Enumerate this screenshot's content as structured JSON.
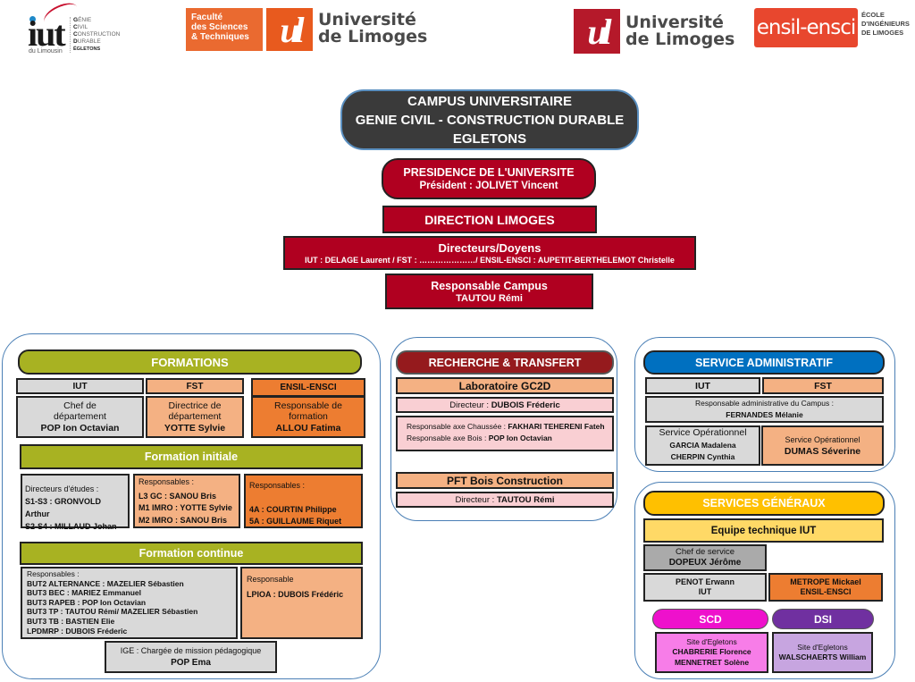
{
  "logos": {
    "iut": {
      "mark": "iut",
      "sub": "du Limousin",
      "lines": [
        {
          "k": "G",
          "rest": "ÉNIE"
        },
        {
          "k": "C",
          "rest": "IVIL"
        },
        {
          "k": "C",
          "rest": "ONSTRUCTION"
        },
        {
          "k": "D",
          "rest": "URABLE"
        }
      ],
      "site": "ÉGLETONS"
    },
    "fst": {
      "line1": "Faculté",
      "line2": "des Sciences",
      "line3": "& Techniques"
    },
    "ul1": {
      "mark": "ul",
      "line1": "Université",
      "line2": "de Limoges"
    },
    "ul2": {
      "mark": "ul",
      "line1": "Université",
      "line2": "de Limoges"
    },
    "ensil": {
      "mark": "ensil-ensci",
      "line1": "ÉCOLE",
      "line2": "D'INGÉNIEURS",
      "line3": "DE LIMOGES"
    }
  },
  "campus": {
    "line1": "CAMPUS UNIVERSITAIRE",
    "line2": "GENIE CIVIL - CONSTRUCTION DURABLE",
    "line3": "EGLETONS"
  },
  "presidence": {
    "title": "PRESIDENCE DE L'UNIVERSITE",
    "person": "Président : JOLIVET Vincent"
  },
  "direction": {
    "title": "DIRECTION LIMOGES"
  },
  "directeurs": {
    "title": "Directeurs/Doyens",
    "detail": "IUT : DELAGE Laurent / FST : …………………/ ENSIL-ENSCI : AUPETIT-BERTHELEMOT Christelle"
  },
  "responsable_campus": {
    "title": "Responsable Campus",
    "person": "TAUTOU Rémi"
  },
  "formations": {
    "header": "FORMATIONS",
    "columns": [
      {
        "label": "IUT",
        "role1": "Chef de",
        "role2": "département",
        "person": "POP Ion Octavian"
      },
      {
        "label": "FST",
        "role1": "Directrice de",
        "role2": "département",
        "person": "YOTTE Sylvie"
      },
      {
        "label": "ENSIL-ENSCI",
        "role1": "Responsable de",
        "role2": "formation",
        "person": "ALLOU Fatima"
      }
    ],
    "initiale": {
      "header": "Formation initiale",
      "iut": {
        "intro": "Directeurs d'études :",
        "items": [
          {
            "k": "S1-S3",
            "v": "GRONVOLD Arthur"
          },
          {
            "k": "S2-S4",
            "v": "MILLAUD Johan"
          }
        ]
      },
      "fst": {
        "intro": "Responsables :",
        "items": [
          {
            "k": "L3 GC",
            "v": "SANOU Bris"
          },
          {
            "k": "M1 IMRO",
            "v": "YOTTE Sylvie"
          },
          {
            "k": "M2 IMRO",
            "v": "SANOU Bris"
          }
        ]
      },
      "ensil": {
        "intro": "Responsables :",
        "items": [
          {
            "k": "4A",
            "v": "COURTIN Philippe"
          },
          {
            "k": "5A",
            "v": "GUILLAUME Riquet"
          }
        ]
      }
    },
    "continue": {
      "header": "Formation continue",
      "iut": {
        "intro": "Responsables :",
        "items": [
          {
            "k": "BUT2 ALTERNANCE",
            "v": "MAZELIER Sébastien"
          },
          {
            "k": "BUT3 BEC",
            "v": "MARIEZ Emmanuel"
          },
          {
            "k": "BUT3 RAPEB",
            "v": "POP Ion Octavian"
          },
          {
            "k": "BUT3 TP",
            "v": "TAUTOU Rémi/ MAZELIER Sébastien"
          },
          {
            "k": "BUT3 TB",
            "v": "BASTIEN Elie"
          },
          {
            "k": "LPDMRP",
            "v": "DUBOIS Fréderic"
          }
        ]
      },
      "fst": {
        "intro": "Responsable",
        "items": [
          {
            "k": "LPIOA",
            "v": "DUBOIS Frédéric"
          }
        ]
      }
    },
    "ige": {
      "role": "IGE : Chargée de mission pédagogique",
      "person": "POP Ema"
    }
  },
  "recherche": {
    "header": "RECHERCHE & TRANSFERT",
    "labo": {
      "title_a": "Laboratoire",
      "title_b": "GC2D"
    },
    "directeur": {
      "role": "Directeur :",
      "person": "DUBOIS Fréderic"
    },
    "axes": [
      {
        "role": "Responsable axe Chaussée :",
        "person": "FAKHARI TEHERENI  Fateh"
      },
      {
        "role": "Responsable axe Bois :",
        "person": "POP Ion Octavian"
      }
    ],
    "pft": {
      "title": "PFT Bois Construction",
      "role": "Directeur :",
      "person": "TAUTOU Rémi"
    }
  },
  "admin": {
    "header": "SERVICE ADMINISTRATIF",
    "cols": [
      "IUT",
      "FST"
    ],
    "resp": {
      "role": "Responsable administrative du Campus :",
      "person": "FERNANDES Mélanie"
    },
    "iut_op": {
      "role": "Service Opérationnel",
      "people": [
        "GARCIA Madalena",
        "CHERPIN Cynthia"
      ]
    },
    "fst_op": {
      "role": "Service Opérationnel",
      "person": "DUMAS Séverine"
    }
  },
  "generaux": {
    "header": "SERVICES GÉNÉRAUX",
    "equipe": "Equipe technique IUT",
    "chef": {
      "role": "Chef de service",
      "person": "DOPEUX Jérôme"
    },
    "penot": {
      "person": "PENOT Erwann",
      "org": "IUT"
    },
    "metrope": {
      "person": "METROPE Mickael",
      "org": "ENSIL-ENSCI"
    },
    "scd": {
      "header": "SCD",
      "site": "Site d'Egletons",
      "people": [
        "CHABRERIE Florence",
        "MENNETRET Solène"
      ]
    },
    "dsi": {
      "header": "DSI",
      "site": "Site d'Egletons",
      "person": "WALSCHAERTS William"
    }
  }
}
